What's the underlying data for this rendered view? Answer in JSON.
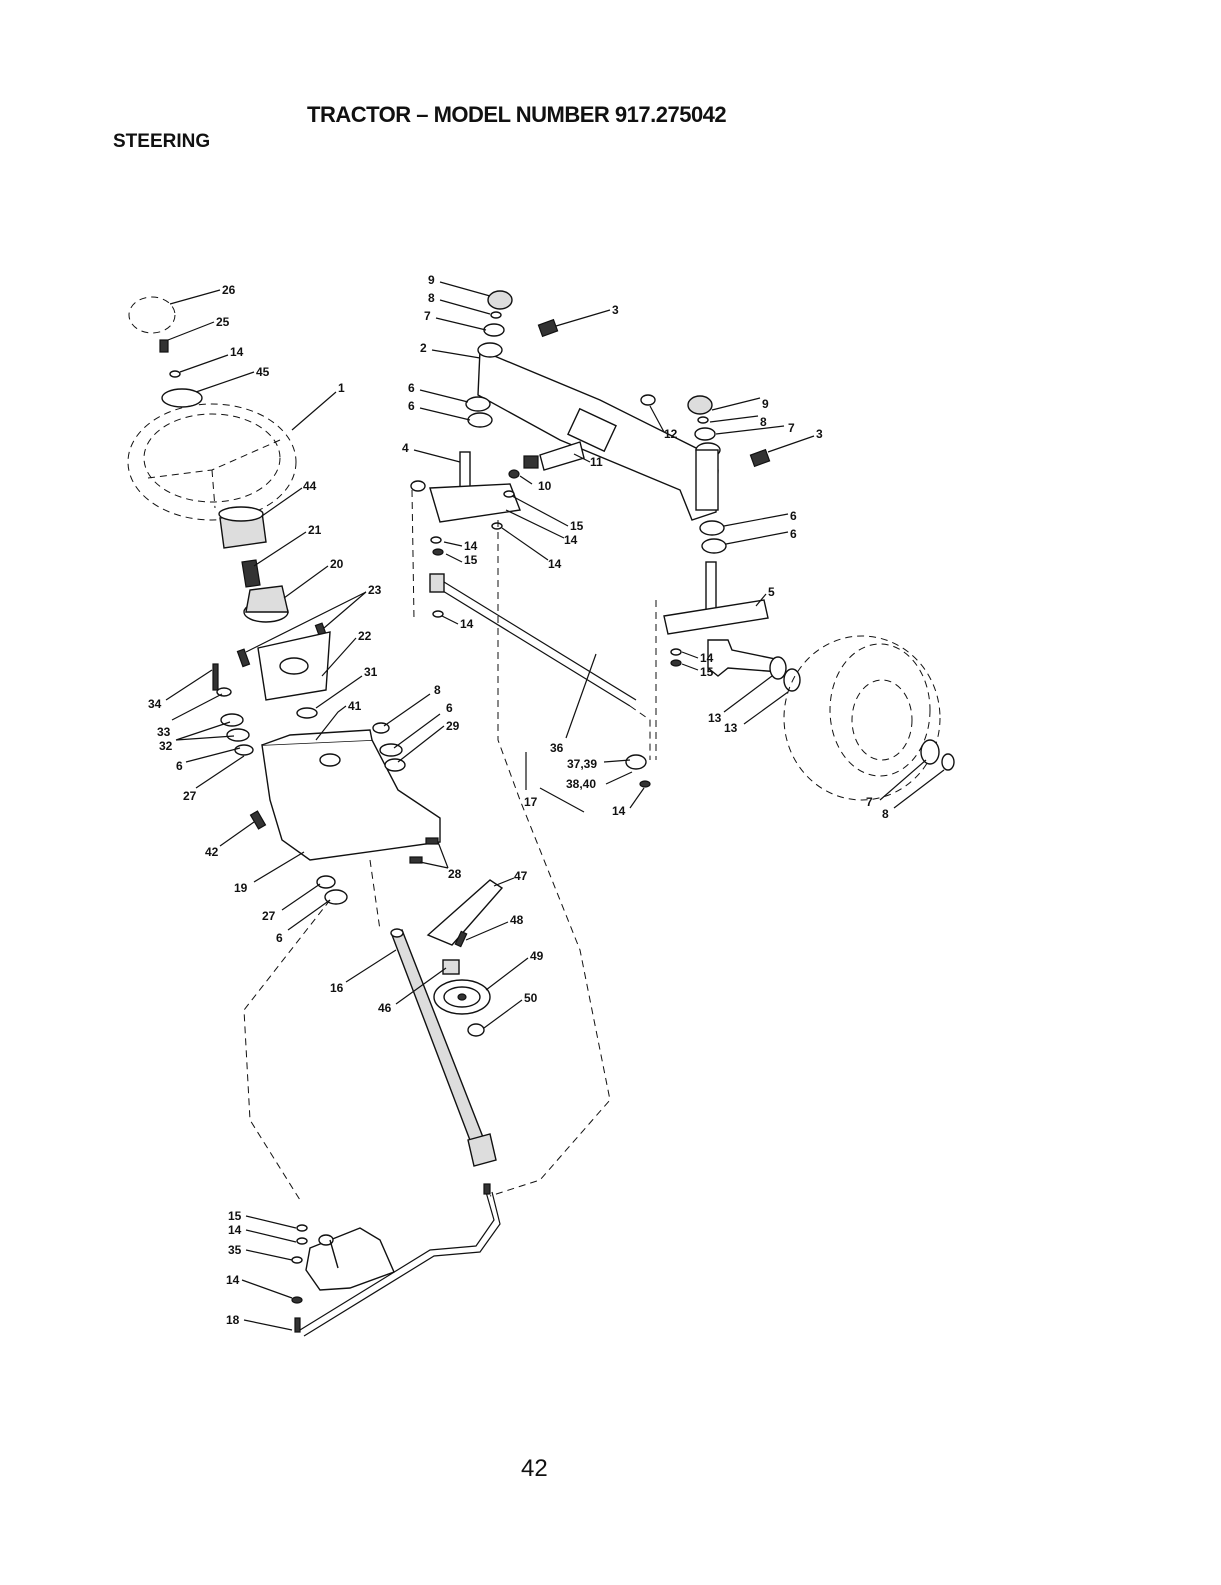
{
  "header": {
    "title": "TRACTOR – MODEL NUMBER 917.275042",
    "section": "STEERING"
  },
  "footer": {
    "page_number": "42"
  },
  "callouts": [
    "26",
    "25",
    "14",
    "45",
    "1",
    "44",
    "21",
    "20",
    "23",
    "22",
    "31",
    "41",
    "34",
    "33",
    "32",
    "6",
    "27",
    "8",
    "6",
    "29",
    "42",
    "19",
    "28",
    "27",
    "6",
    "16",
    "46",
    "47",
    "48",
    "49",
    "50",
    "9",
    "8",
    "7",
    "2",
    "6",
    "6",
    "4",
    "3",
    "12",
    "11",
    "10",
    "15",
    "14",
    "14",
    "15",
    "14",
    "14",
    "36",
    "37,39",
    "38,40",
    "17",
    "14",
    "9",
    "8",
    "7",
    "3",
    "6",
    "6",
    "5",
    "14",
    "15",
    "13",
    "13",
    "7",
    "8",
    "15",
    "14",
    "35",
    "14",
    "18"
  ]
}
